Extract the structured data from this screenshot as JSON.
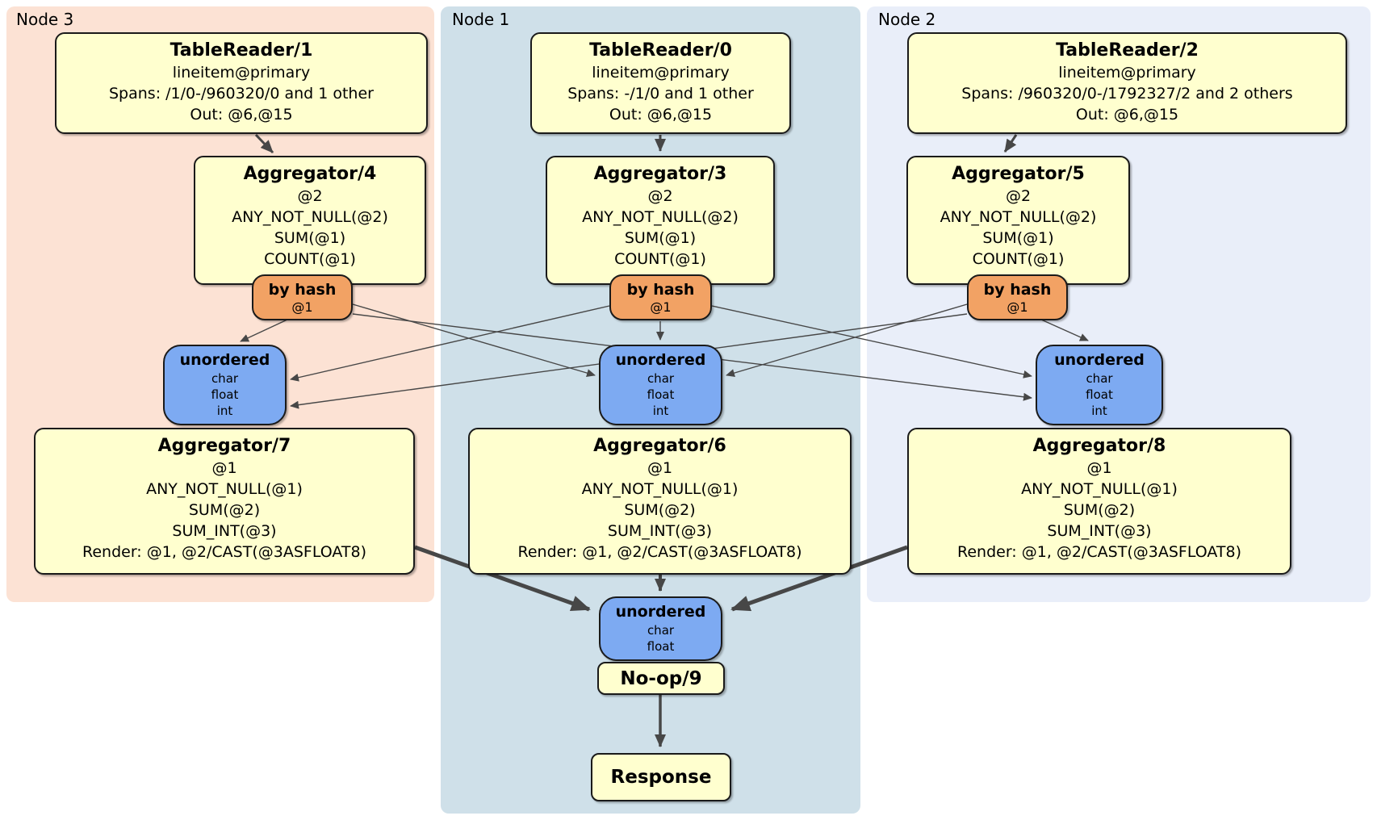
{
  "colors": {
    "panel_node3": "#fce2d4",
    "panel_node1": "#cfe0e9",
    "panel_node2": "#e9eef9",
    "processor_box_fill": "#ffffcf",
    "hash_router_fill": "#f2a264",
    "sync_fill": "#7daaf2",
    "edge": "#474747"
  },
  "nodes": [
    {
      "label": "Node 3",
      "table_reader": {
        "title": "TableReader/1",
        "index": "lineitem@primary",
        "spans": "Spans: /1/0-/960320/0 and 1 other",
        "out": "Out: @6,@15"
      },
      "aggregator_top": {
        "title": "Aggregator/4",
        "group_by": "@2",
        "aggs": [
          "ANY_NOT_NULL(@2)",
          "SUM(@1)",
          "COUNT(@1)"
        ]
      },
      "router": {
        "title": "by hash",
        "key": "@1"
      },
      "sync": {
        "title": "unordered",
        "columns": [
          "char",
          "float",
          "int"
        ]
      },
      "aggregator_bottom": {
        "title": "Aggregator/7",
        "group_by": "@1",
        "aggs": [
          "ANY_NOT_NULL(@1)",
          "SUM(@2)",
          "SUM_INT(@3)"
        ],
        "render": "Render: @1, @2/CAST(@3ASFLOAT8)"
      }
    },
    {
      "label": "Node 1",
      "table_reader": {
        "title": "TableReader/0",
        "index": "lineitem@primary",
        "spans": "Spans: -/1/0 and 1 other",
        "out": "Out: @6,@15"
      },
      "aggregator_top": {
        "title": "Aggregator/3",
        "group_by": "@2",
        "aggs": [
          "ANY_NOT_NULL(@2)",
          "SUM(@1)",
          "COUNT(@1)"
        ]
      },
      "router": {
        "title": "by hash",
        "key": "@1"
      },
      "sync": {
        "title": "unordered",
        "columns": [
          "char",
          "float",
          "int"
        ]
      },
      "aggregator_bottom": {
        "title": "Aggregator/6",
        "group_by": "@1",
        "aggs": [
          "ANY_NOT_NULL(@1)",
          "SUM(@2)",
          "SUM_INT(@3)"
        ],
        "render": "Render: @1, @2/CAST(@3ASFLOAT8)"
      }
    },
    {
      "label": "Node 2",
      "table_reader": {
        "title": "TableReader/2",
        "index": "lineitem@primary",
        "spans": "Spans: /960320/0-/1792327/2 and 2 others",
        "out": "Out: @6,@15"
      },
      "aggregator_top": {
        "title": "Aggregator/5",
        "group_by": "@2",
        "aggs": [
          "ANY_NOT_NULL(@2)",
          "SUM(@1)",
          "COUNT(@1)"
        ]
      },
      "router": {
        "title": "by hash",
        "key": "@1"
      },
      "sync": {
        "title": "unordered",
        "columns": [
          "char",
          "float",
          "int"
        ]
      },
      "aggregator_bottom": {
        "title": "Aggregator/8",
        "group_by": "@1",
        "aggs": [
          "ANY_NOT_NULL(@1)",
          "SUM(@2)",
          "SUM_INT(@3)"
        ],
        "render": "Render: @1, @2/CAST(@3ASFLOAT8)"
      }
    }
  ],
  "final": {
    "sync": {
      "title": "unordered",
      "columns": [
        "char",
        "float"
      ]
    },
    "noop": {
      "title": "No-op/9"
    },
    "response": {
      "title": "Response"
    }
  }
}
